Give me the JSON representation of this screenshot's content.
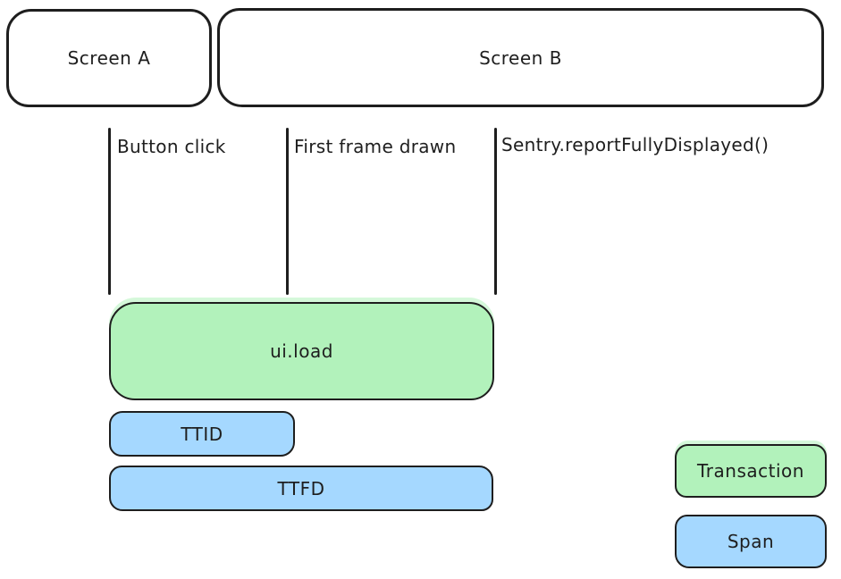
{
  "diagram": {
    "screens": [
      {
        "label": "Screen A"
      },
      {
        "label": "Screen B"
      }
    ],
    "events": [
      {
        "label": "Button click"
      },
      {
        "label": "First frame drawn"
      },
      {
        "label": "Sentry.reportFullyDisplayed()"
      }
    ],
    "bars": [
      {
        "label": "ui.load",
        "kind": "transaction"
      },
      {
        "label": "TTID",
        "kind": "span"
      },
      {
        "label": "TTFD",
        "kind": "span"
      }
    ],
    "legend": [
      {
        "label": "Transaction",
        "color": "#b2f2bb"
      },
      {
        "label": "Span",
        "color": "#a5d8ff"
      }
    ],
    "colors": {
      "transaction_fill": "#b2f2bb",
      "span_fill": "#a5d8ff",
      "stroke": "#1e1e1e",
      "background": "#ffffff"
    }
  }
}
